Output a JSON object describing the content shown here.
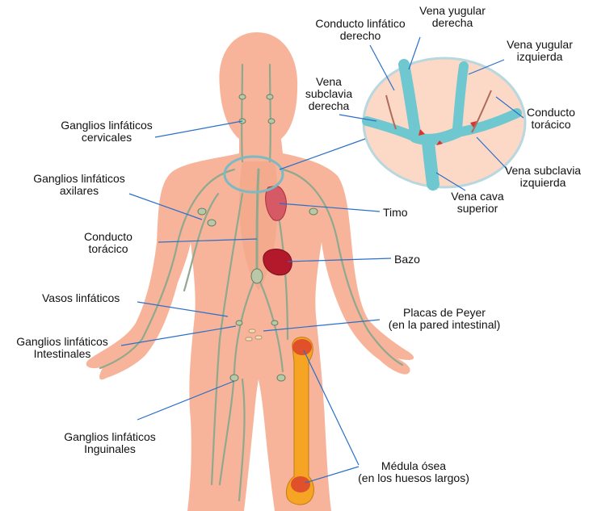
{
  "colors": {
    "skin": "#f7b49a",
    "skin_shadow": "#f2a283",
    "lymph": "#8fa98f",
    "lymph_dark": "#5e7f63",
    "node": "#b9c9a8",
    "leader": "#2a6fc9",
    "inset_bg": "#fbd9c6",
    "inset_ring": "#7bbac2",
    "vessel": "#6fc7cf",
    "thymus": "#d65a66",
    "spleen": "#b3182b",
    "bone": "#f5a523",
    "marrow": "#d8342f"
  },
  "labels": {
    "cervicales": [
      "Ganglios linfáticos",
      "cervicales"
    ],
    "axilares": [
      "Ganglios linfáticos",
      "axilares"
    ],
    "conducto_toracico": [
      "Conducto",
      "torácico"
    ],
    "vasos": [
      "Vasos linfáticos"
    ],
    "intestinales": [
      "Ganglios linfáticos",
      "Intestinales"
    ],
    "inguinales": [
      "Ganglios linfáticos",
      "Inguinales"
    ],
    "vena_subclavia_der": [
      "Vena",
      "subclavia",
      "derecha"
    ],
    "conducto_linfatico_der": [
      "Conducto linfático",
      "derecho"
    ],
    "vena_yugular_der": [
      "Vena yugular",
      "derecha"
    ],
    "vena_yugular_izq": [
      "Vena yugular",
      "izquierda"
    ],
    "conducto_toracico_inset": [
      "Conducto",
      "torácico"
    ],
    "vena_subclavia_izq": [
      "Vena subclavia",
      "izquierda"
    ],
    "vena_cava": [
      "Vena cava",
      "superior"
    ],
    "timo": [
      "Timo"
    ],
    "bazo": [
      "Bazo"
    ],
    "placas": [
      "Placas de Peyer",
      "(en la pared intestinal)"
    ],
    "medula": [
      "Médula ósea",
      "(en los huesos largos)"
    ]
  }
}
